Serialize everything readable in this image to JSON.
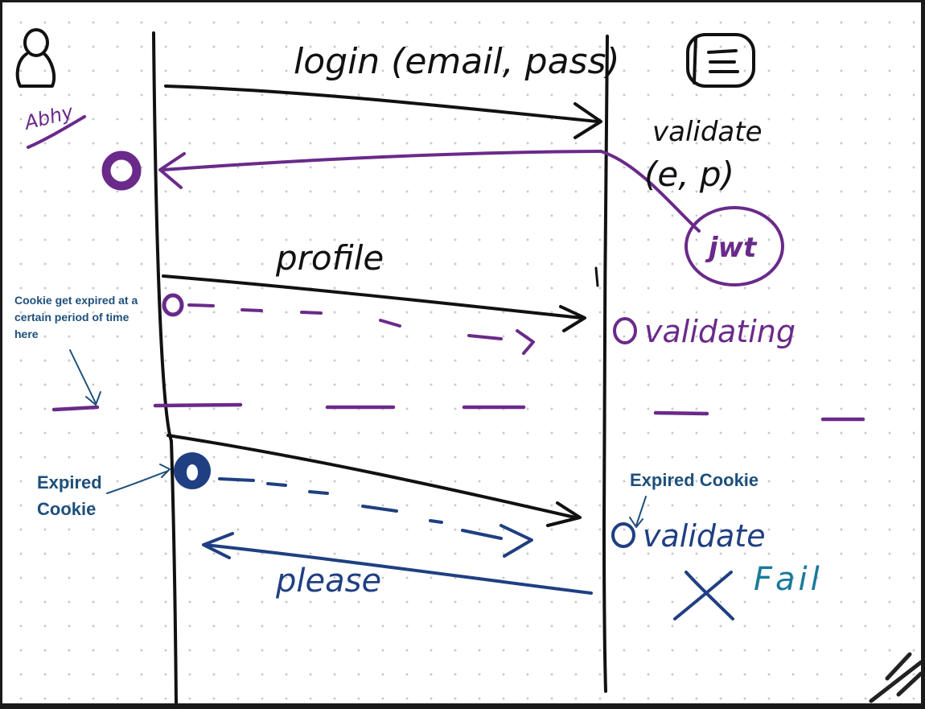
{
  "actors": {
    "user_label": "Abhy",
    "user_icon": "person-icon",
    "server_icon": "server-icon"
  },
  "messages": {
    "login": "login (email, pass)",
    "validate": "validate",
    "validate_args": "(e, p)",
    "jwt": "jwt",
    "profile": "profile",
    "validating": "validating",
    "validate_again": "validate",
    "please": "please",
    "fail": "Fail"
  },
  "notes": {
    "cookie_expiry": "Cookie get expired at a certain period of time here",
    "expired_cookie_left": "Expired Cookie",
    "expired_cookie_right": "Expired Cookie"
  },
  "colors": {
    "ink_black": "#111111",
    "ink_purple": "#6a2a8a",
    "ink_blue": "#1f3f82",
    "note_blue": "#1e4f7a",
    "fail_teal": "#1a7a9a"
  }
}
